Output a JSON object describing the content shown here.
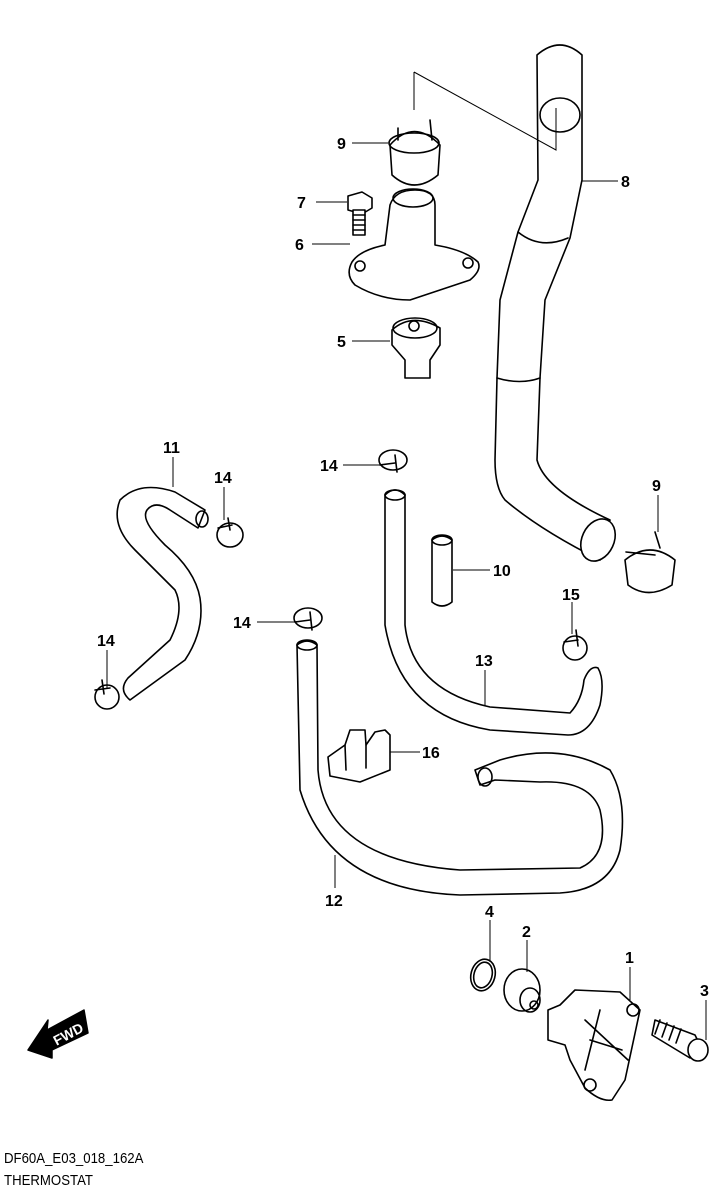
{
  "diagram": {
    "code": "DF60A_E03_018_162A",
    "title": "THERMOSTAT",
    "direction_label": "FWD",
    "callouts": {
      "p1": "1",
      "p2": "2",
      "p3": "3",
      "p4": "4",
      "p5": "5",
      "p6": "6",
      "p7": "7",
      "p8": "8",
      "p9a": "9",
      "p9b": "9",
      "p10": "10",
      "p11": "11",
      "p12": "12",
      "p13": "13",
      "p14a": "14",
      "p14b": "14",
      "p14c": "14",
      "p14d": "14",
      "p15": "15",
      "p16": "16"
    }
  }
}
